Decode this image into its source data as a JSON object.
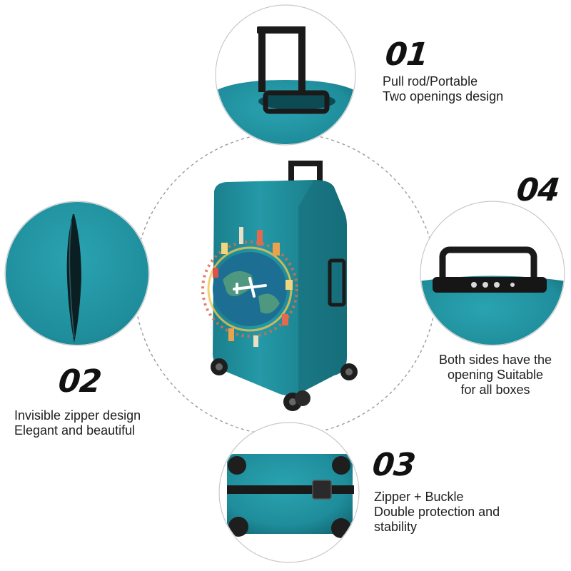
{
  "features": [
    {
      "number": "01",
      "lines": [
        "Pull rod/Portable",
        "Two openings design"
      ]
    },
    {
      "number": "02",
      "lines": [
        "Invisible zipper design",
        "Elegant and beautiful"
      ]
    },
    {
      "number": "03",
      "lines": [
        "Zipper + Buckle",
        "Double protection and",
        "stability"
      ]
    },
    {
      "number": "04",
      "lines": [
        "Both sides have the",
        "opening Suitable",
        "for all boxes"
      ]
    }
  ],
  "colors": {
    "cover_teal": "#1f8d9b",
    "cover_teal_dark": "#156c78",
    "handle_black": "#1a1a1a",
    "dashed_circle": "#9a9a9a"
  }
}
